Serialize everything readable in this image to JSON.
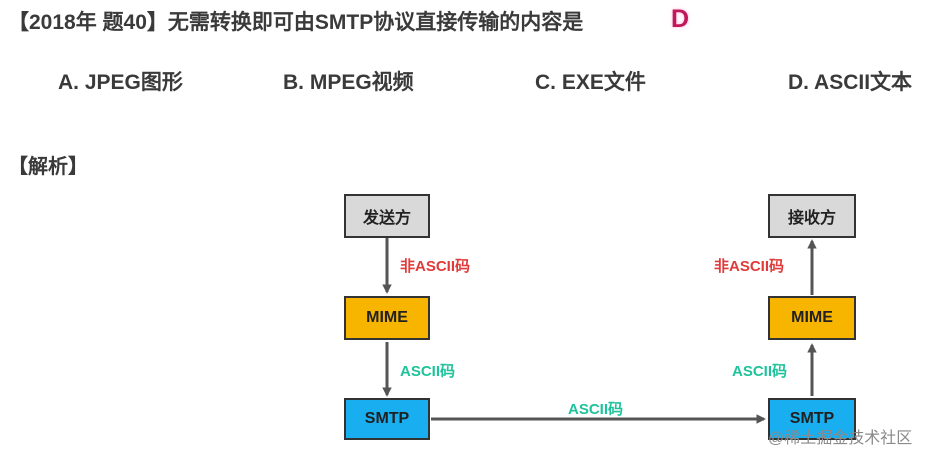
{
  "question": {
    "text": "【2018年 题40】无需转换即可由SMTP协议直接传输的内容是",
    "answer": "D"
  },
  "options": [
    {
      "label": "A. JPEG图形"
    },
    {
      "label": "B. MPEG视频"
    },
    {
      "label": "C. EXE文件"
    },
    {
      "label": "D. ASCII文本"
    }
  ],
  "analysis": {
    "heading": "【解析】"
  },
  "diagram": {
    "sender": "发送方",
    "receiver": "接收方",
    "mime": "MIME",
    "smtp": "SMTP",
    "non_ascii": "非ASCII码",
    "ascii": "ASCII码"
  },
  "colors": {
    "box_gray": "#d9d9d9",
    "box_mime": "#f7b500",
    "box_smtp": "#19aef0",
    "label_red": "#e03a3a",
    "label_green": "#1fc39b",
    "answer": "#c0185a"
  },
  "watermark": "@稀土掘金技术社区"
}
